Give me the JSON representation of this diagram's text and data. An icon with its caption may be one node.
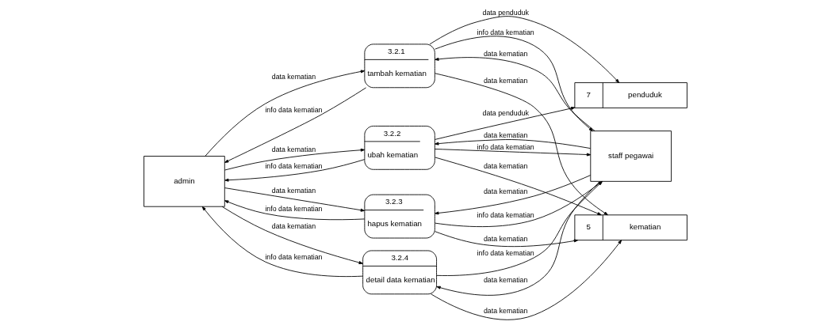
{
  "diagram": {
    "nodes": [
      {
        "text": [
          "admin"
        ]
      },
      {
        "text": [
          "3.2.1",
          "tambah kematian"
        ]
      },
      {
        "text": [
          "3.2.2",
          "ubah kematian"
        ]
      },
      {
        "text": [
          "3.2.3",
          "hapus kematian"
        ]
      },
      {
        "text": [
          "3.2.4",
          "detail data kematian"
        ]
      },
      {
        "text": [
          "7",
          "penduduk"
        ]
      },
      {
        "text": [
          "5",
          "kematian"
        ]
      },
      {
        "text": [
          "staff pegawai"
        ]
      }
    ],
    "edges": [
      {
        "from": 0,
        "to": 1,
        "arrow": "to",
        "label": "data kematian"
      },
      {
        "from": 1,
        "to": 0,
        "arrow": "to",
        "label": "info data kematian"
      },
      {
        "from": 1,
        "to": 5,
        "arrow": "to",
        "label": "data penduduk"
      },
      {
        "from": 1,
        "to": 7,
        "arrow": "to",
        "label": "info data kematian"
      },
      {
        "from": 7,
        "to": 1,
        "arrow": "to",
        "label": "data kematian"
      },
      {
        "from": 1,
        "to": 6,
        "arrow": "to",
        "label": "data kematian"
      },
      {
        "from": 0,
        "to": 2,
        "arrow": "to",
        "label": "data kematian"
      },
      {
        "from": 2,
        "to": 0,
        "arrow": "to",
        "label": "info data kematian"
      },
      {
        "from": 2,
        "to": 5,
        "arrow": "to",
        "label": "data penduduk"
      },
      {
        "from": 2,
        "to": 6,
        "arrow": "to",
        "label": "data kematian"
      },
      {
        "from": 2,
        "to": 7,
        "arrow": "to",
        "label": "info data kematian"
      },
      {
        "from": 7,
        "to": 2,
        "arrow": "to",
        "label": "data kematian"
      },
      {
        "from": 0,
        "to": 3,
        "arrow": "to",
        "label": "data kematian"
      },
      {
        "from": 3,
        "to": 0,
        "arrow": "to",
        "label": "info data kematian"
      },
      {
        "from": 3,
        "to": 6,
        "arrow": "to",
        "label": "data kematian"
      },
      {
        "from": 3,
        "to": 7,
        "arrow": "to",
        "label": "info data kematian"
      },
      {
        "from": 7,
        "to": 3,
        "arrow": "to",
        "label": "data kematian"
      },
      {
        "from": 0,
        "to": 4,
        "arrow": "to",
        "label": "data kematian"
      },
      {
        "from": 4,
        "to": 0,
        "arrow": "to",
        "label": "info data kematian"
      },
      {
        "from": 4,
        "to": 6,
        "arrow": "to",
        "label": "data kematian"
      },
      {
        "from": 4,
        "to": 7,
        "arrow": "to",
        "label": "info data kematian"
      },
      {
        "from": 7,
        "to": 4,
        "arrow": "to",
        "label": "data kematian"
      }
    ]
  }
}
